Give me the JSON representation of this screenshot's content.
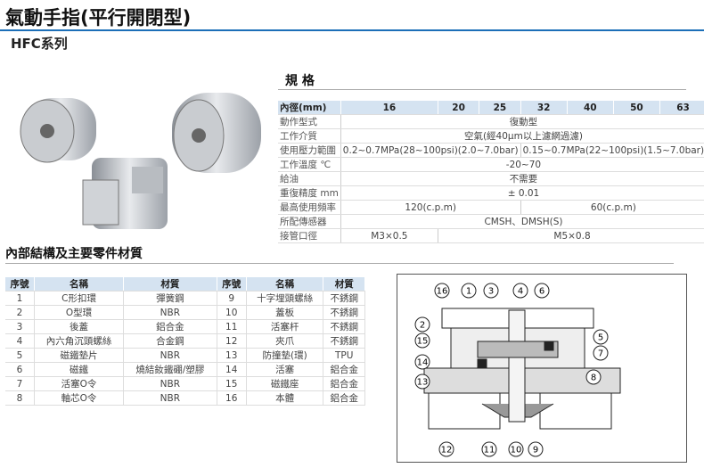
{
  "header": {
    "title": "氣動手指(平行開閉型)",
    "series": "HFC系列"
  },
  "spec": {
    "heading": "規 格",
    "bore_label": "內徑(mm)",
    "bores": [
      "16",
      "20",
      "25",
      "32",
      "40",
      "50",
      "63"
    ],
    "rows": [
      {
        "label": "動作型式",
        "cells": [
          {
            "text": "復動型",
            "span": 7
          }
        ]
      },
      {
        "label": "工作介質",
        "cells": [
          {
            "text": "空氣(經40μm以上濾網過濾)",
            "span": 7
          }
        ]
      },
      {
        "label": "使用壓力範圍",
        "cells": [
          {
            "text": "0.2~0.7MPa(28~100psi)(2.0~7.0bar)",
            "span": 3
          },
          {
            "text": "0.15~0.7MPa(22~100psi)(1.5~7.0bar)",
            "span": 4
          }
        ]
      },
      {
        "label": "工作溫度 ℃",
        "cells": [
          {
            "text": "-20~70",
            "span": 7
          }
        ]
      },
      {
        "label": "給油",
        "cells": [
          {
            "text": "不需要",
            "span": 7
          }
        ]
      },
      {
        "label": "重復精度 mm",
        "cells": [
          {
            "text": "± 0.01",
            "span": 7
          }
        ]
      },
      {
        "label": "最高使用頻率",
        "cells": [
          {
            "text": "120(c.p.m)",
            "span": 3
          },
          {
            "text": "60(c.p.m)",
            "span": 4
          }
        ]
      },
      {
        "label": "所配傳感器",
        "cells": [
          {
            "text": "CMSH、DMSH(S)",
            "span": 7
          }
        ]
      },
      {
        "label": "接管口徑",
        "cells": [
          {
            "text": "M3×0.5",
            "span": 1
          },
          {
            "text": "M5×0.8",
            "span": 6
          }
        ]
      }
    ]
  },
  "parts": {
    "heading": "內部結構及主要零件材質",
    "headers": [
      "序號",
      "名稱",
      "材質",
      "序號",
      "名稱",
      "材質"
    ],
    "rows": [
      [
        "1",
        "C形扣環",
        "彈簧鋼",
        "9",
        "十字埋頭螺絲",
        "不銹鋼"
      ],
      [
        "2",
        "O型環",
        "NBR",
        "10",
        "蓋板",
        "不銹鋼"
      ],
      [
        "3",
        "後蓋",
        "鋁合金",
        "11",
        "活塞杆",
        "不銹鋼"
      ],
      [
        "4",
        "內六角沉頭螺絲",
        "合金鋼",
        "12",
        "夾爪",
        "不銹鋼"
      ],
      [
        "5",
        "磁鐵墊片",
        "NBR",
        "13",
        "防撞墊(環)",
        "TPU"
      ],
      [
        "6",
        "磁鐵",
        "燒結釹鐵硼/塑膠",
        "14",
        "活塞",
        "鋁合金"
      ],
      [
        "7",
        "活塞O令",
        "NBR",
        "15",
        "磁鐵座",
        "鋁合金"
      ],
      [
        "8",
        "軸芯O令",
        "NBR",
        "16",
        "本體",
        "鋁合金"
      ]
    ]
  },
  "diagram": {
    "callouts": [
      "16",
      "1",
      "3",
      "4",
      "6",
      "2",
      "15",
      "14",
      "13",
      "5",
      "7",
      "8",
      "12",
      "11",
      "10",
      "9"
    ]
  }
}
